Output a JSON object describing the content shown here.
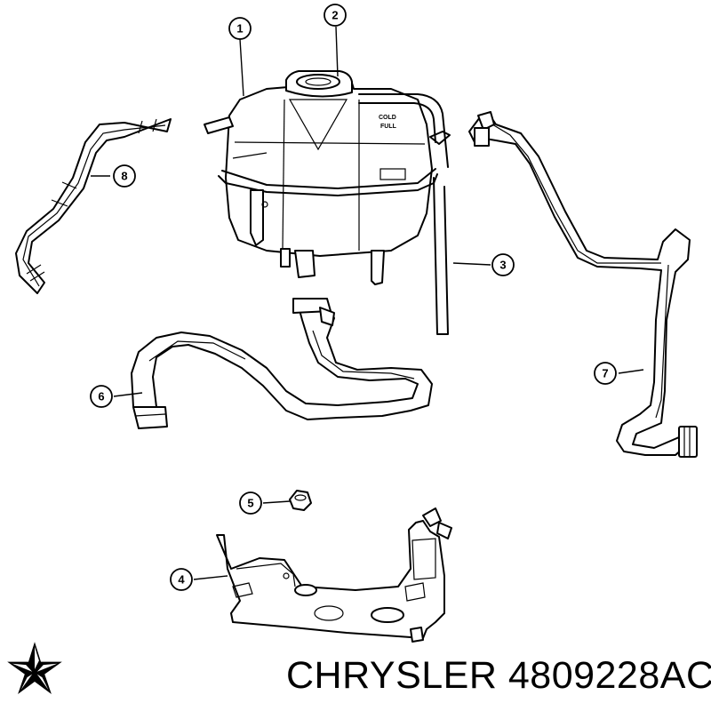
{
  "diagram": {
    "callouts": [
      {
        "id": "1",
        "label": "1"
      },
      {
        "id": "2",
        "label": "2"
      },
      {
        "id": "3",
        "label": "3"
      },
      {
        "id": "4",
        "label": "4"
      },
      {
        "id": "5",
        "label": "5"
      },
      {
        "id": "6",
        "label": "6"
      },
      {
        "id": "7",
        "label": "7"
      },
      {
        "id": "8",
        "label": "8"
      }
    ],
    "tank_marking": {
      "line1": "COLD",
      "line2": "FULL"
    }
  },
  "footer": {
    "brand": "CHRYSLER",
    "part_number": "4809228AC",
    "logo_icon": "pentastar-icon"
  }
}
